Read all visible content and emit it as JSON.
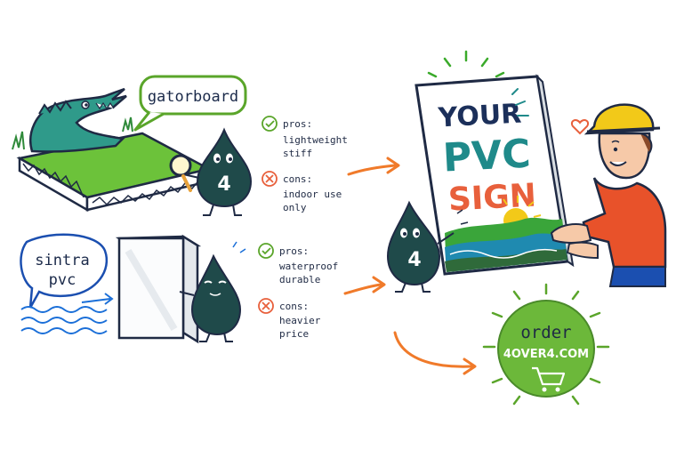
{
  "gatorboard": {
    "label": "gatorboard",
    "pros_heading": "pros:",
    "pros_items": [
      "lightweight",
      "stiff"
    ],
    "cons_heading": "cons:",
    "cons_items": [
      "indoor use",
      "only"
    ]
  },
  "sintra": {
    "label_line1": "sintra",
    "label_line2": "pvc",
    "pros_heading": "pros:",
    "pros_items": [
      "waterproof",
      "durable"
    ],
    "cons_heading": "cons:",
    "cons_items": [
      "heavier",
      "price"
    ]
  },
  "mascot": {
    "badge": "4"
  },
  "sign": {
    "line1": "YOUR",
    "line2": "PVC",
    "line3": "SIGN"
  },
  "order": {
    "line1": "order",
    "line2": "4OVER4.COM"
  },
  "colors": {
    "green": "#5aa52a",
    "navy": "#1b2f5a",
    "teal": "#1f8a8a",
    "orange": "#f07a2a",
    "coral": "#e8603c",
    "mascot": "#1f4a4a",
    "yellow": "#f2c919",
    "hoodie": "#e8522a"
  }
}
